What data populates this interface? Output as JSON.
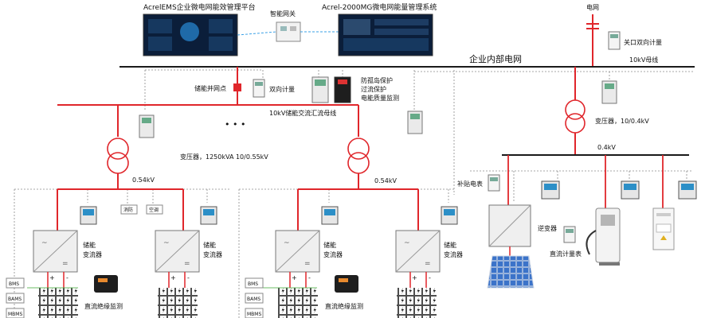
{
  "labels": {
    "acrel_ems": "AcrelEMS企业微电网能效管理平台",
    "gateway": "智能网关",
    "acrel_2000": "Acrel-2000MG微电网能量管理系统",
    "grid": "电网",
    "inlet_meter": "关口双向计量",
    "enterprise_grid": "企业内部电网",
    "bus_10kv": "10kV母线",
    "storage_node": "储能并网点",
    "bidirectional_meter": "双向计量",
    "protection_1": "防孤岛保护",
    "protection_2": "过流保护",
    "protection_3": "电能质量监测",
    "ac_bus": "10kV储能交流汇流母线",
    "dots": "• • •",
    "transformer_1250": "变压器，1250kVA  10/0.55kV",
    "v054_left": "0.54kV",
    "v054_right": "0.54kV",
    "transformer_r": "变压器，10/0.4kV",
    "bus_04kv": "0.4kV",
    "subsidy_meter": "补贴电表",
    "inverter": "逆变器",
    "dc_meter": "直流计量表",
    "fire": "消防",
    "ac": "空调",
    "pcs_a": "储能\n变流器",
    "pcs_b": "储能\n变流器",
    "pcs_c": "储能\n变流器",
    "pcs_d": "储能\n变流器",
    "dc_insulation_left": "直流绝缘监测",
    "dc_insulation_right": "直流绝缘监测",
    "bms": "BMS",
    "bams": "BAMS",
    "mbms": "MBMS",
    "plus": "+",
    "minus": "-"
  },
  "colors": {
    "red_line": "#e0262b",
    "dotted": "#8a8a8a",
    "black_line": "#1a1a1a",
    "blue_line": "#3aa0e6",
    "screen_dark": "#0b1e3a"
  }
}
